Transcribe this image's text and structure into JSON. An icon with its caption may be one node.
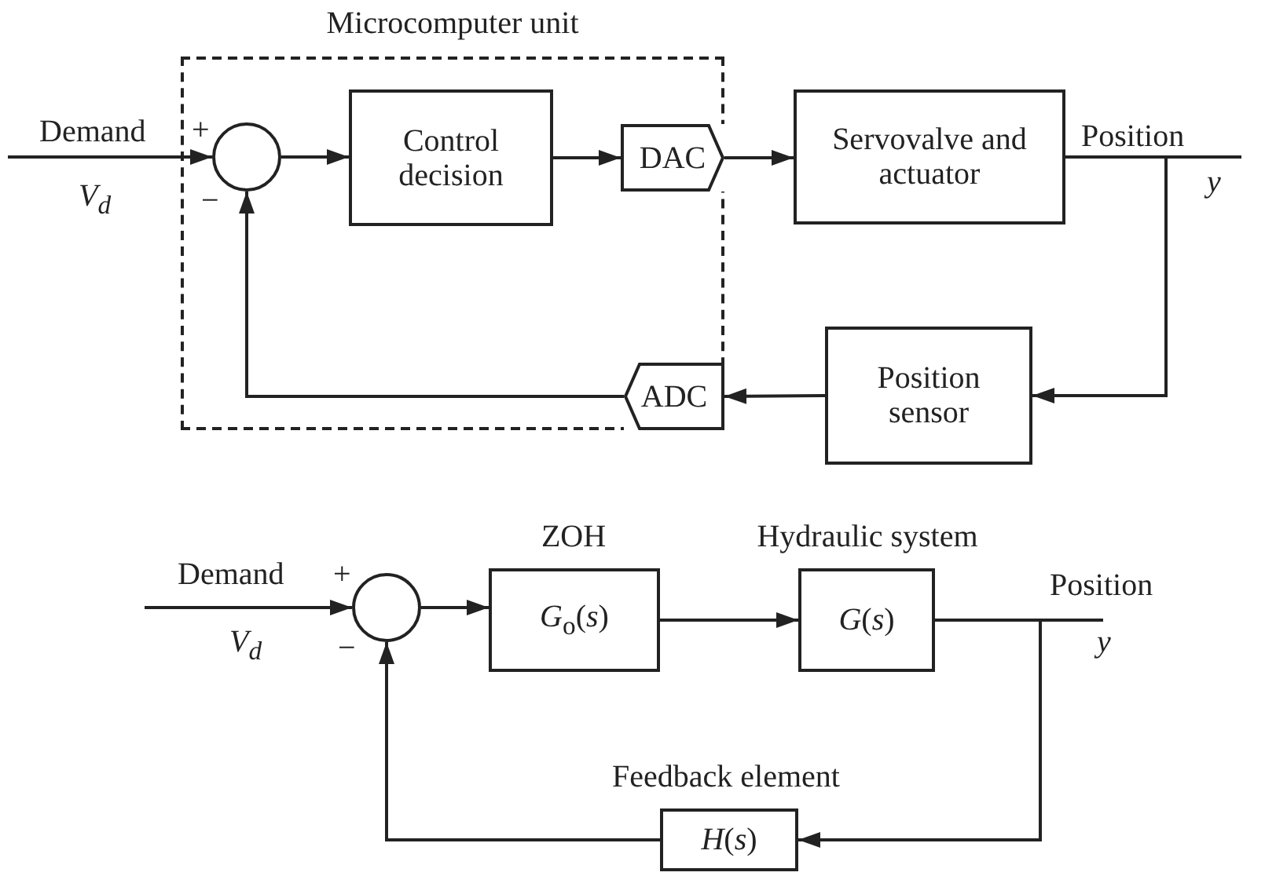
{
  "diagram": {
    "nodes": [
      {
        "text": [
          "Microcomputer unit"
        ]
      },
      {
        "text": [],
        "shape": "circle",
        "in": 0
      },
      {
        "text": [
          "Control decision"
        ],
        "in": 0
      },
      {
        "text": [
          "DAC"
        ],
        "in": 0
      },
      {
        "text": [
          "Servovalve and actuator"
        ]
      },
      {
        "text": [
          "Position sensor"
        ]
      },
      {
        "text": [
          "ADC"
        ],
        "in": 0
      },
      {
        "text": [],
        "shape": "circle"
      },
      {
        "text": [
          "*G*$_{o}$(*s*)"
        ],
        "beside": [
          "ZOH"
        ]
      },
      {
        "text": [
          "*G*(*s*)"
        ],
        "beside": [
          "Hydraulic system"
        ]
      },
      {
        "text": [
          "*H*(*s*)"
        ],
        "beside": [
          "Feedback element"
        ]
      }
    ],
    "edges": [
      {
        "from": null,
        "to": 1,
        "arrow": "to"
      },
      {
        "from": 1,
        "to": 2,
        "arrow": "to"
      },
      {
        "from": 2,
        "to": 3,
        "arrow": "to"
      },
      {
        "from": 3,
        "to": 4,
        "arrow": "to"
      },
      {
        "from": 4,
        "to": null,
        "arrow": "none"
      },
      {
        "from": 4,
        "to": 5,
        "arrow": "to"
      },
      {
        "from": 5,
        "to": 6,
        "arrow": "to"
      },
      {
        "from": 6,
        "to": 1,
        "arrow": "to"
      },
      {
        "from": null,
        "to": 7,
        "arrow": "to"
      },
      {
        "from": 7,
        "to": 8,
        "arrow": "to"
      },
      {
        "from": 8,
        "to": 9,
        "arrow": "to"
      },
      {
        "from": 9,
        "to": null,
        "arrow": "none"
      },
      {
        "from": 9,
        "to": 10,
        "arrow": "to"
      },
      {
        "from": 10,
        "to": 7,
        "arrow": "to"
      }
    ],
    "labels": [
      "Demand",
      "+",
      "V$_{d}$",
      "−",
      "Position",
      "y",
      "Demand",
      "+",
      "V$_{d}$",
      "−",
      "Position",
      "y"
    ]
  }
}
